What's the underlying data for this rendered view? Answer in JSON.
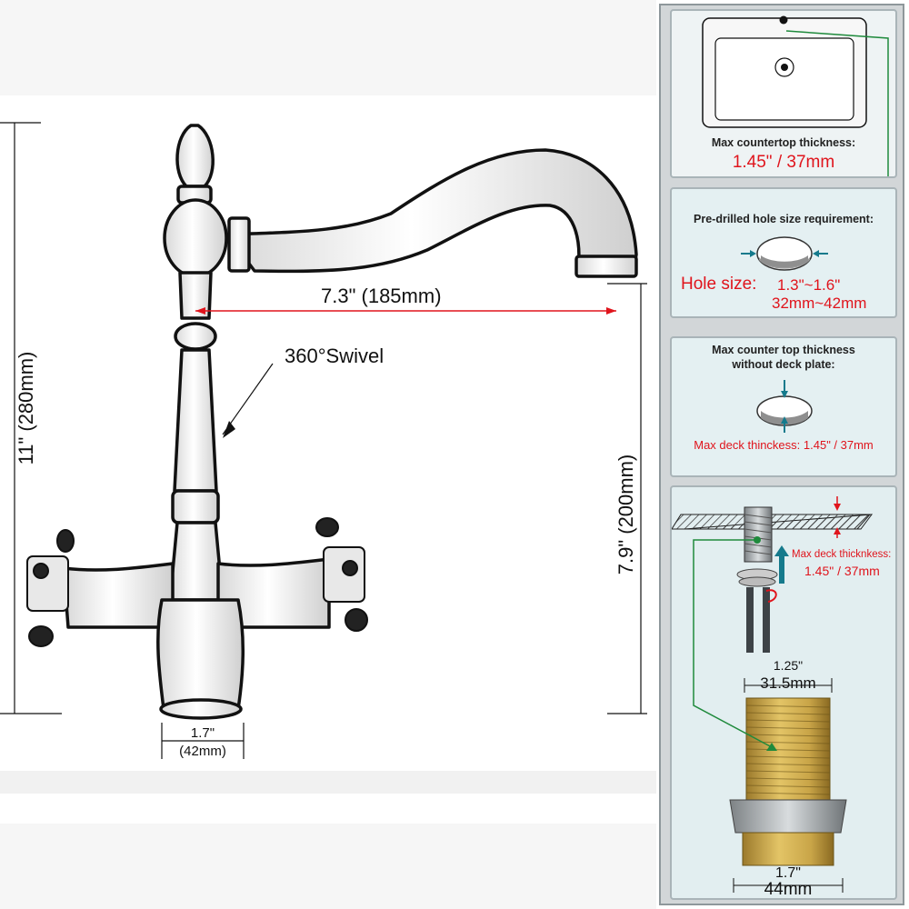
{
  "faucet": {
    "height_label": "11\" (280mm)",
    "reach_label": "7.3\" (185mm)",
    "swivel_label": "360°Swivel",
    "spout_height_label": "7.9\" (200mm)",
    "base_label_in": "1.7\"",
    "base_label_mm": "(42mm)"
  },
  "panel": {
    "countertop": {
      "title": "Max countertop thickness:",
      "value": "1.45\" / 37mm"
    },
    "hole": {
      "title": "Pre-drilled hole size requirement:",
      "label": "Hole size:",
      "value_in": "1.3\"~1.6\"",
      "value_mm": "32mm~42mm"
    },
    "deck": {
      "title_line1": "Max counter top thickness",
      "title_line2": "without deck plate:",
      "value": "Max deck thinckess: 1.45\" / 37mm"
    },
    "install": {
      "label": "Max deck thicknkess:",
      "value": "1.45\" / 37mm"
    },
    "shank": {
      "top_in": "1.25\"",
      "top_mm": "31.5mm",
      "bottom_in": "1.7\"",
      "bottom_mm": "44mm"
    }
  },
  "colors": {
    "accent_red": "#e0141c",
    "guide_green": "#1f8a3c",
    "arrow_teal": "#157a8c"
  }
}
